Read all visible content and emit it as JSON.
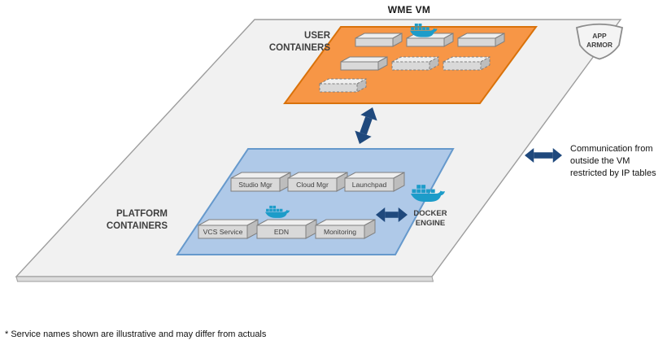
{
  "title": "WME VM",
  "footnote": "* Service names shown are illustrative and may differ from actuals",
  "vm": {
    "user_area": {
      "label_line1": "USER",
      "label_line2": "CONTAINERS",
      "box_styles": [
        "solid",
        "solid",
        "solid",
        "solid",
        "dashed",
        "dashed",
        "dashed"
      ],
      "has_docker_icon": true
    },
    "platform_area": {
      "label_line1": "PLATFORM",
      "label_line2": "CONTAINERS",
      "boxes": [
        "Studio Mgr",
        "Cloud Mgr",
        "Launchpad",
        "VCS Service",
        "EDN",
        "Monitoring"
      ],
      "has_docker_icon": true
    },
    "docker_engine": {
      "label_line1": "DOCKER",
      "label_line2": "ENGINE"
    },
    "app_armor": {
      "label_line1": "APP",
      "label_line2": "ARMOR"
    }
  },
  "annotations": {
    "outside_comm": [
      "Communication from",
      "outside the VM",
      "restricted by IP tables"
    ]
  },
  "colors": {
    "plane_fill": "#f1f1f1",
    "plane_stroke": "#9d9d9d",
    "plane_edge_fill": "#dcdcdc",
    "user_area_fill": "#F79646",
    "user_area_stroke": "#D9720B",
    "platform_area_fill": "#AFC9E8",
    "platform_area_stroke": "#6699CC",
    "box_front": "#D9D9D9",
    "box_top": "#EFEFEF",
    "box_side": "#BDBDBD",
    "box_stroke": "#7F7F7F",
    "arrow": "#1F497D",
    "docker_blue": "#1D9CC9",
    "shield_fill": "#f4f4f4",
    "shield_stroke": "#8c8c8c",
    "text_dark": "#3F3F3F"
  }
}
